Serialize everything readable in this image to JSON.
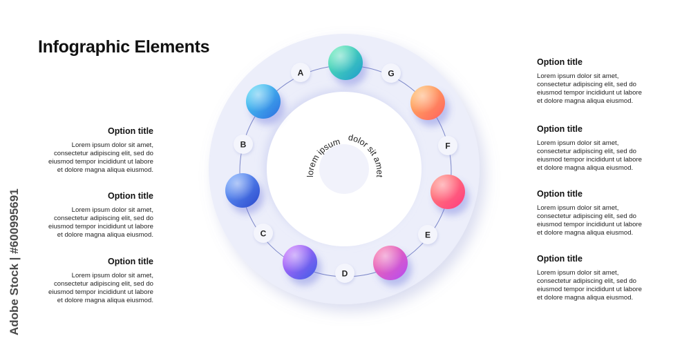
{
  "header": {
    "title": "Infographic Elements"
  },
  "center": {
    "line1": "lorem ipsum",
    "line2": "dolor sit amet"
  },
  "nodes": [
    {
      "letter": "A"
    },
    {
      "letter": "B"
    },
    {
      "letter": "C"
    },
    {
      "letter": "D"
    },
    {
      "letter": "E"
    },
    {
      "letter": "F"
    },
    {
      "letter": "G"
    }
  ],
  "options_left": [
    {
      "title": "Option title",
      "text": [
        "Lorem ipsum dolor sit amet,",
        "consectetur adipiscing elit, sed do",
        "eiusmod tempor incididunt ut labore",
        "et dolore magna aliqua eiusmod."
      ]
    },
    {
      "title": "Option title",
      "text": [
        "Lorem ipsum dolor sit amet,",
        "consectetur adipiscing elit, sed do",
        "eiusmod tempor incididunt ut labore",
        "et dolore magna aliqua eiusmod."
      ]
    },
    {
      "title": "Option title",
      "text": [
        "Lorem ipsum dolor sit amet,",
        "consectetur adipiscing elit, sed do",
        "eiusmod tempor incididunt ut labore",
        "et dolore magna aliqua eiusmod."
      ]
    }
  ],
  "options_right": [
    {
      "title": "Option title",
      "text": [
        "Lorem ipsum dolor sit amet,",
        "consectetur adipiscing elit, sed do",
        "eiusmod tempor incididunt ut labore",
        "et dolore magna aliqua eiusmod."
      ]
    },
    {
      "title": "Option title",
      "text": [
        "Lorem ipsum dolor sit amet,",
        "consectetur adipiscing elit, sed do",
        "eiusmod tempor incididunt ut labore",
        "et dolore magna aliqua eiusmod."
      ]
    },
    {
      "title": "Option title",
      "text": [
        "Lorem ipsum dolor sit amet,",
        "consectetur adipiscing elit, sed do",
        "eiusmod tempor incididunt ut labore",
        "et dolore magna aliqua eiusmod."
      ]
    },
    {
      "title": "Option title",
      "text": [
        "Lorem ipsum dolor sit amet,",
        "consectetur adipiscing elit, sed do",
        "eiusmod tempor incididunt ut labore",
        "et dolore magna aliqua eiusmod."
      ]
    }
  ],
  "watermark": {
    "text": "Adobe Stock | #600995691"
  },
  "colors": {
    "ring_bg": "#eef0fb",
    "orbit_line": "#7d87c9",
    "sphere_teal": [
      "#55e3b5",
      "#1fa6c8"
    ],
    "sphere_cyan": [
      "#4fd4f5",
      "#2e78e4"
    ],
    "sphere_blue": [
      "#6a9cff",
      "#2c4fd4"
    ],
    "sphere_violet": [
      "#c46bff",
      "#4e58e8"
    ],
    "sphere_magenta": [
      "#ff6fb0",
      "#c04cf0"
    ],
    "sphere_coral": [
      "#ff7e7e",
      "#ff3f7a"
    ],
    "sphere_orange": [
      "#ffb060",
      "#ff6a5a"
    ]
  }
}
